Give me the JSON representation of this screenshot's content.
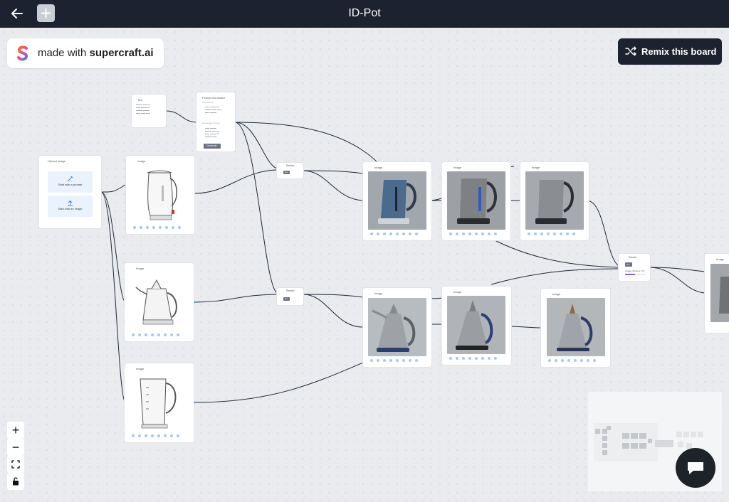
{
  "header": {
    "title": "ID-Pot",
    "back_icon": "arrow-left-icon",
    "add_icon": "plus-icon"
  },
  "brand": {
    "made_with": "made with",
    "name": "supercraft.ai"
  },
  "remix": {
    "label": "Remix this board",
    "icon": "shuffle-icon"
  },
  "nodes": {
    "text": {
      "title": "Text"
    },
    "prompt_generator": {
      "title": "Prompt Generator",
      "instructions_label": "Instructions",
      "generated_label": "Generated Prompt",
      "generate_button": "Generate"
    },
    "upload": {
      "title": "Upload Image",
      "start_prompt": "Start with a prompt",
      "start_image": "Start with an image"
    },
    "image_label": "Image",
    "render_label": "Render",
    "render_go": "Go",
    "render3_slider_label": "Image Influence: 0.5"
  },
  "controls": {
    "zoom_in": "+",
    "zoom_out": "−"
  },
  "colors": {
    "topbar": "#1c2230",
    "canvas": "#e9ebee",
    "accent": "#3b82f6"
  }
}
